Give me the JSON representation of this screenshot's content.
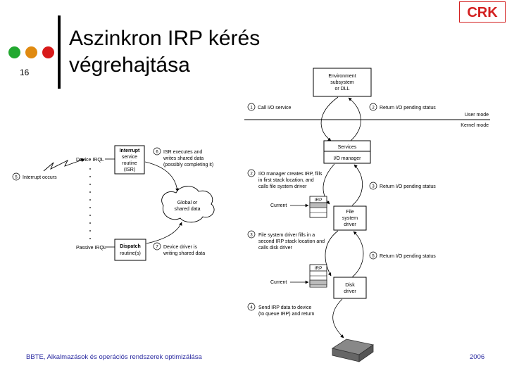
{
  "slide": {
    "badge": "CRK",
    "number": "16",
    "title_line1": "Aszinkron IRP kérés",
    "title_line2": "végrehajtása",
    "footer": "BBTE, Alkalmazások és operációs rendszerek optimizálása",
    "year": "2006",
    "dot_colors": [
      "#22a830",
      "#e08a10",
      "#d81a1a"
    ]
  },
  "diagram": {
    "env_box": [
      "Environment",
      "subsystem",
      "or DLL"
    ],
    "step1": "Call I/O service",
    "step1_num": "1",
    "step2_top": "Return I/O pending status",
    "step2_top_num": "2",
    "user_mode": "User mode",
    "kernel_mode": "Kernel mode",
    "services": "Services",
    "io_manager": "I/O manager",
    "step2_text": [
      "I/O manager creates IRP, fills",
      "in first stack location, and",
      "calls file system driver"
    ],
    "step2_num": "2",
    "step3_right": "Return I/O pending status",
    "step3_right_num": "3",
    "irp1": "IRP",
    "current1": "Current",
    "fs_driver": [
      "File",
      "system",
      "driver"
    ],
    "step3_text": [
      "File system driver fills in a",
      "second IRP stack location and",
      "calls disk driver"
    ],
    "step3_num": "3",
    "step5_right": "Return I/O pending status",
    "step5_right_num": "5",
    "irp2": "IRP",
    "current2": "Current",
    "disk_driver": [
      "Disk",
      "driver"
    ],
    "step4_text": [
      "Send IRP data to device",
      "(to queue IRP) and return"
    ],
    "step4_num": "4",
    "device_irql": "Device IRQL",
    "passive_irql": "Passive IRQL",
    "interrupt_occurs": "Interrupt occurs",
    "interrupt_num": "5",
    "isr_box": [
      "Interrupt",
      "service",
      "routine",
      "(ISR)"
    ],
    "isr_text": [
      "ISR executes and",
      "writes shared data",
      "(possibly completing it)"
    ],
    "isr_num": "6",
    "global_data": [
      "Global or",
      "shared data"
    ],
    "dpc_box": [
      "Dispatch",
      "routine(s)"
    ],
    "dpc_text": [
      "Device driver is",
      "writing shared data"
    ],
    "dpc_num": "7"
  }
}
